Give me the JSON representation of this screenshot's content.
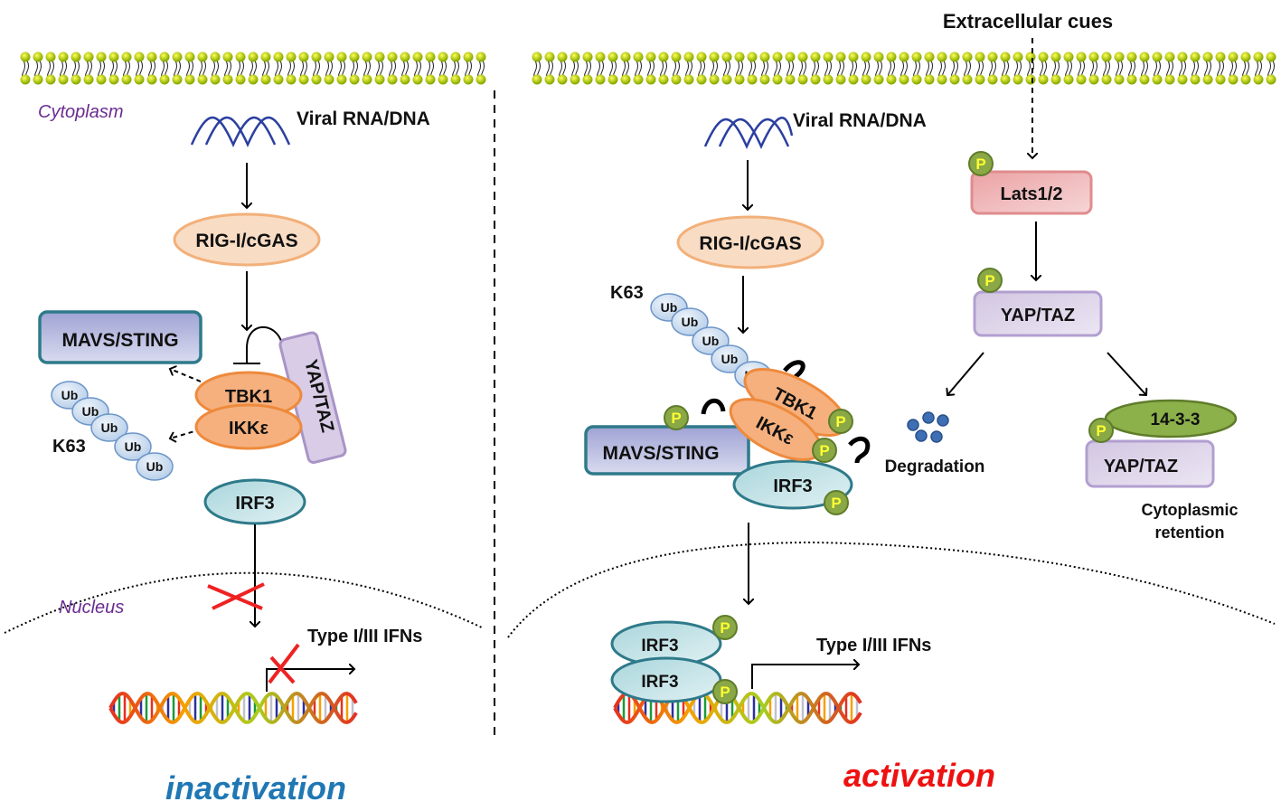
{
  "left_panel": {
    "compartment_cytoplasm": "Cytoplasm",
    "compartment_nucleus": "Nucleus",
    "viral_label": "Viral RNA/DNA",
    "sensor": "RIG-I/cGAS",
    "adaptor": "MAVS/STING",
    "kinase_top": "TBK1",
    "kinase_bottom": "IKKε",
    "inhibitor": "YAP/TAZ",
    "ub_chain_label": "K63",
    "ub_units": [
      "Ub",
      "Ub",
      "Ub",
      "Ub",
      "Ub"
    ],
    "transcription_factor": "IRF3",
    "gene_output": "Type I/III IFNs",
    "state_label": "inactivation"
  },
  "right_panel": {
    "extracellular_label": "Extracellular cues",
    "viral_label": "Viral RNA/DNA",
    "sensor": "RIG-I/cGAS",
    "ub_chain_label": "K63",
    "ub_units": [
      "Ub",
      "Ub",
      "Ub",
      "Ub",
      "Ub"
    ],
    "adaptor": "MAVS/STING",
    "kinase_top": "TBK1",
    "kinase_bottom": "IKKε",
    "transcription_factor": "IRF3",
    "phospho": "P",
    "lats": "Lats1/2",
    "yap_taz": "YAP/TAZ",
    "degradation": "Degradation",
    "binding_partner": "14-3-3",
    "yap_taz_bound": "YAP/TAZ",
    "retention_line1": "Cytoplasmic",
    "retention_line2": "retention",
    "dimer_top": "IRF3",
    "dimer_bottom": "IRF3",
    "gene_output": "Type I/III IFNs",
    "state_label": "activation"
  },
  "colors": {
    "inactivation": "#1f77b4",
    "activation": "#ee1111",
    "compartment": "#6a2c91",
    "block_x": "#ee2222"
  }
}
